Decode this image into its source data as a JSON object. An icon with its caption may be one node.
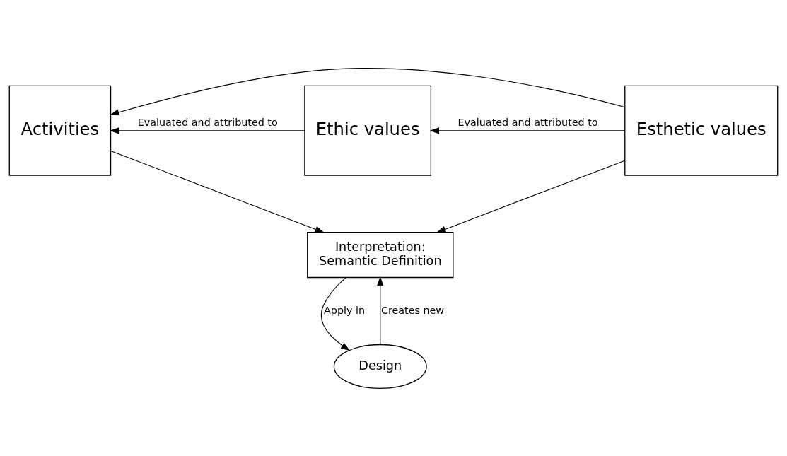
{
  "diagram": {
    "nodes": [
      {
        "text": [
          "Activities"
        ]
      },
      {
        "text": [
          "Ethic values"
        ]
      },
      {
        "text": [
          "Esthetic values"
        ]
      },
      {
        "text": [
          "Interpretation:",
          "Semantic Definition"
        ]
      },
      {
        "text": [
          "Design"
        ]
      }
    ],
    "edges": [
      {
        "from": 2,
        "to": 0,
        "arrow": "to"
      },
      {
        "from": 1,
        "to": 0,
        "arrow": "to",
        "label": "Evaluated and attributed to"
      },
      {
        "from": 2,
        "to": 1,
        "arrow": "to",
        "label": "Evaluated and attributed to"
      },
      {
        "from": 0,
        "to": 3,
        "arrow": "to"
      },
      {
        "from": 2,
        "to": 3,
        "arrow": "to"
      },
      {
        "from": 3,
        "to": 4,
        "arrow": "to",
        "label": "Apply in"
      },
      {
        "from": 4,
        "to": 3,
        "arrow": "to",
        "label": "Creates new"
      }
    ]
  }
}
